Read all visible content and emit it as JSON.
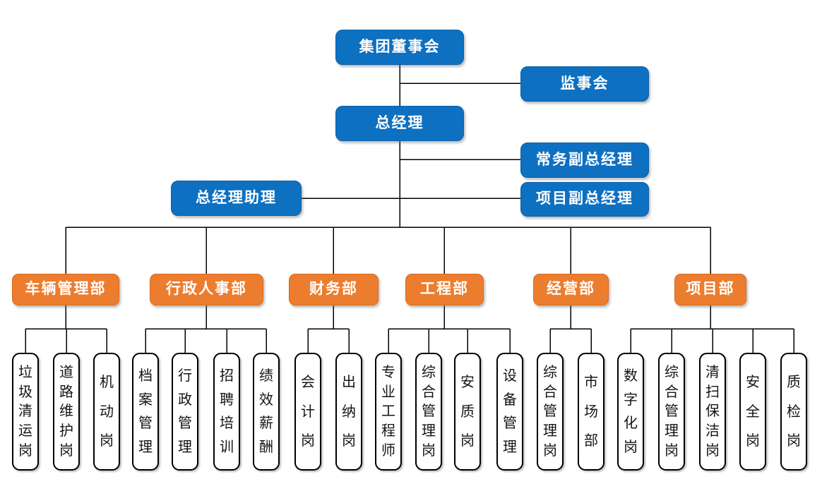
{
  "org_chart": {
    "top_nodes": {
      "board": "集团董事会",
      "supervisory": "监事会",
      "general_manager": "总经理",
      "executive_deputy_gm": "常务副总经理",
      "gm_assistant": "总经理助理",
      "project_deputy_gm": "项目副总经理"
    },
    "departments": [
      {
        "name": "车辆管理部",
        "positions": [
          "垃圾清运岗",
          "道路维护岗",
          "机动岗"
        ]
      },
      {
        "name": "行政人事部",
        "positions": [
          "档案管理",
          "行政管理",
          "招聘培训",
          "绩效薪酬"
        ]
      },
      {
        "name": "财务部",
        "positions": [
          "会计岗",
          "出纳岗"
        ]
      },
      {
        "name": "工程部",
        "positions": [
          "专业工程师",
          "综合管理岗",
          "安质岗",
          "设备管理"
        ]
      },
      {
        "name": "经营部",
        "positions": [
          "综合管理岗",
          "市场部"
        ]
      },
      {
        "name": "项目部",
        "positions": [
          "数字化岗",
          "综合管理岗",
          "清扫保洁岗",
          "安全岗",
          "质检岗"
        ]
      }
    ]
  },
  "colors": {
    "executive_fill": "#0E70C1",
    "department_fill": "#EC7D2F",
    "position_fill": "#FFFFFF",
    "line": "#000000"
  }
}
